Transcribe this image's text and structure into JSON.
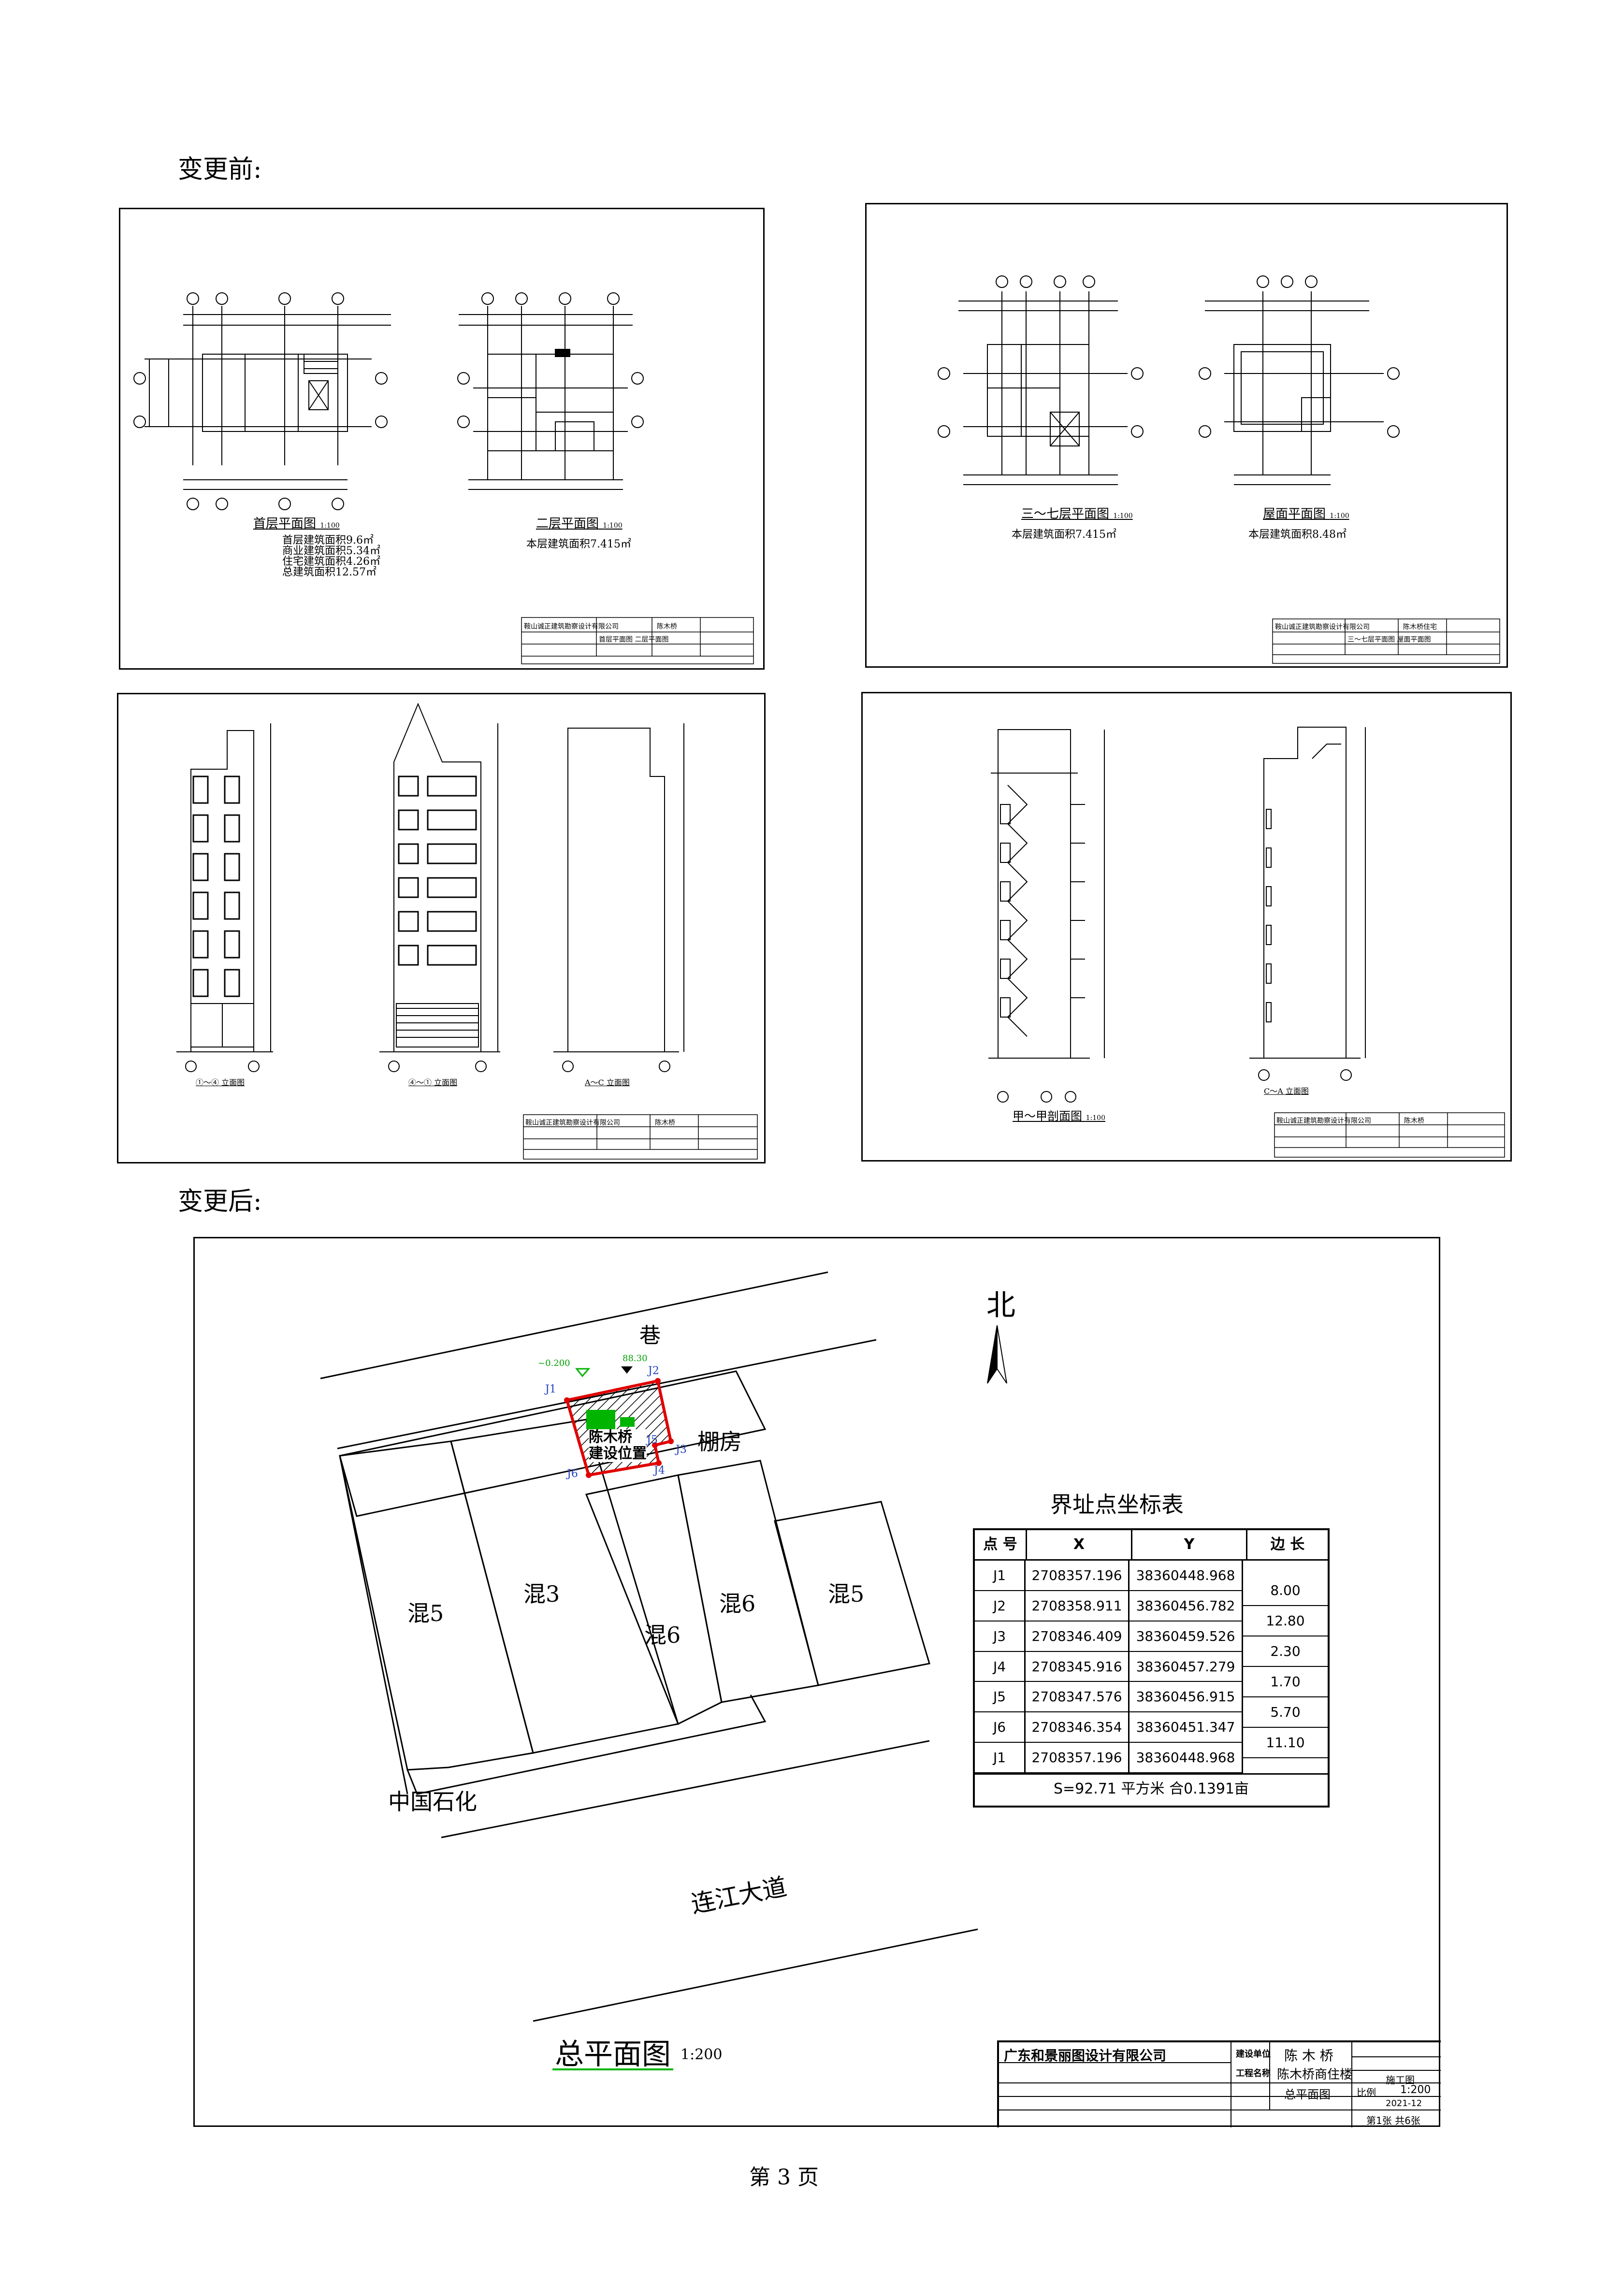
{
  "headings": {
    "before": "变更前:",
    "after": "变更后:"
  },
  "sheet1": {
    "cap_ground": "首层平面图",
    "cap_ground_scale": "1:100",
    "ground_areas": [
      "首层建筑面积9.6㎡",
      "商业建筑面积5.34㎡",
      "住宅建筑面积4.26㎡",
      "总建筑面积12.57㎡"
    ],
    "cap_second": "二层平面图",
    "cap_second_scale": "1:100",
    "second_area": "本层建筑面积7.415㎡",
    "company": "鞍山诚正建筑勘察设计有限公司",
    "project": "陈木桥",
    "drawing": "首层平面图 二层平面图"
  },
  "sheet2": {
    "cap_std": "三～七层平面图",
    "cap_std_scale": "1:100",
    "std_area": "本层建筑面积7.415㎡",
    "cap_roof": "屋面平面图",
    "cap_roof_scale": "1:100",
    "roof_area": "本层建筑面积8.48㎡",
    "company": "鞍山诚正建筑勘察设计有限公司",
    "project": "陈木桥住宅",
    "drawing": "三～七层平面图 屋面平面图"
  },
  "sheet3": {
    "cap_e1": "①～④ 立面图",
    "cap_e2": "④～① 立面图",
    "cap_e3": "A～C 立面图",
    "company": "鞍山诚正建筑勘察设计有限公司",
    "project": "陈木桥"
  },
  "sheet4": {
    "cap_section": "甲～甲剖面图",
    "cap_section_scale": "1:100",
    "cap_e4": "C～A 立面图",
    "company": "鞍山诚正建筑勘察设计有限公司",
    "project": "陈木桥"
  },
  "site": {
    "north": "北",
    "alley": "巷",
    "shed": "棚房",
    "owner": "陈木桥",
    "build_pos": "建设位置",
    "sinopec": "中国石化",
    "road": "连江大道",
    "blocks": [
      "混5",
      "混3",
      "混6",
      "混6",
      "混5"
    ],
    "level_label": "~0.200",
    "level_label2": "88.30",
    "points": [
      "J1",
      "J2",
      "J3",
      "J4",
      "J5",
      "J6"
    ],
    "title": "总平面图",
    "scale": "1:200"
  },
  "coord_table": {
    "title": "界址点坐标表",
    "headers": [
      "点 号",
      "X",
      "Y",
      "边 长"
    ],
    "rows": [
      {
        "pt": "J1",
        "x": "2708357.196",
        "y": "38360448.968"
      },
      {
        "pt": "J2",
        "x": "2708358.911",
        "y": "38360456.782"
      },
      {
        "pt": "J3",
        "x": "2708346.409",
        "y": "38360459.526"
      },
      {
        "pt": "J4",
        "x": "2708345.916",
        "y": "38360457.279"
      },
      {
        "pt": "J5",
        "x": "2708347.576",
        "y": "38360456.915"
      },
      {
        "pt": "J6",
        "x": "2708346.354",
        "y": "38360451.347"
      },
      {
        "pt": "J1",
        "x": "2708357.196",
        "y": "38360448.968"
      }
    ],
    "edges": [
      "8.00",
      "12.80",
      "2.30",
      "1.70",
      "5.70",
      "11.10"
    ],
    "area": "S=92.71 平方米 合0.1391亩"
  },
  "title_block": {
    "company": "广东和景丽图设计有限公司",
    "client_label": "建设单位",
    "client": "陈 木 桥",
    "project_label": "工程名称",
    "project": "陈木桥商住楼",
    "drawing": "总平面图",
    "stage": "施工图",
    "scale_label": "比例",
    "scale": "1:200",
    "date": "2021-12",
    "sheet": "第1张 共6张"
  },
  "footer": "第 3 页"
}
